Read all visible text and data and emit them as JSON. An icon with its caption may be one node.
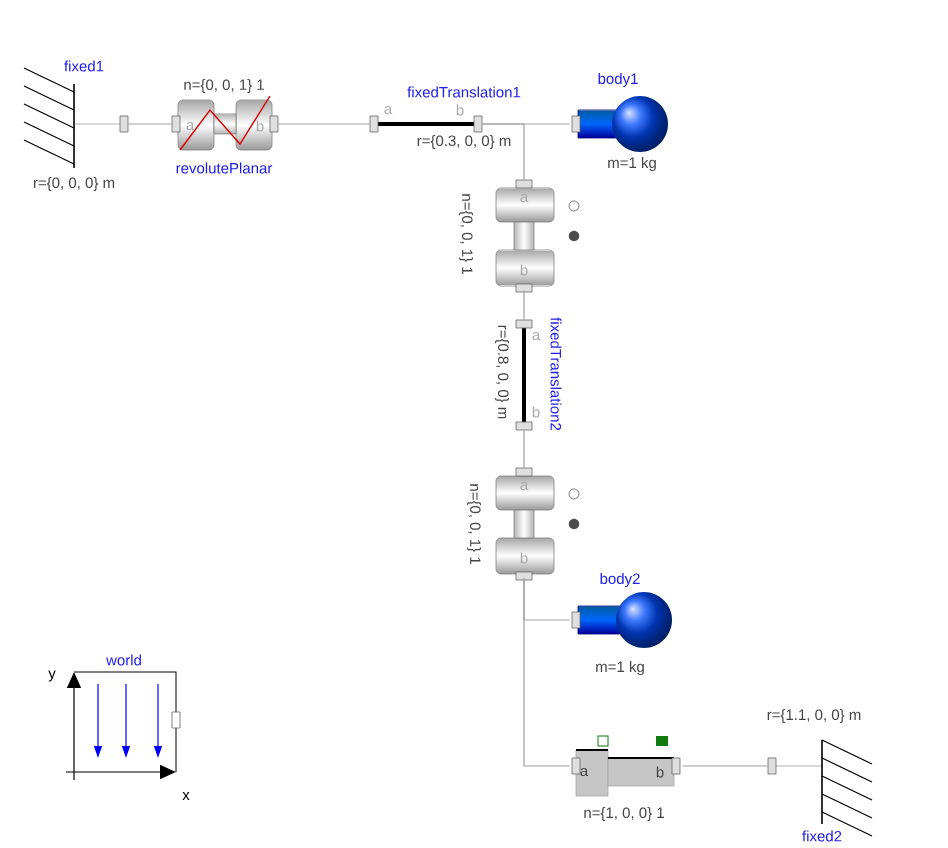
{
  "diagram": {
    "nodes": [
      {
        "text": [
          "fixed1",
          "r={0, 0, 0} m"
        ]
      },
      {
        "text": [
          "n={0, 0, 1} 1",
          "a",
          "b",
          "revolutePlanar"
        ]
      },
      {
        "text": [
          "fixedTranslation1",
          "a",
          "b",
          "r={0.3, 0, 0} m"
        ]
      },
      {
        "text": [
          "body1",
          "m=1 kg"
        ]
      },
      {
        "text": [
          "n={0, 0, 1} 1",
          "a",
          "b"
        ]
      },
      {
        "text": [
          "r={0.8, 0, 0} m",
          "a",
          "b",
          "fixedTranslation2"
        ]
      },
      {
        "text": [
          "n={0, 0, 1} 1",
          "a",
          "b"
        ]
      },
      {
        "text": [
          "body2",
          "m=1 kg"
        ]
      },
      {
        "text": [
          "a",
          "b",
          "n={1, 0, 0} 1"
        ]
      },
      {
        "text": [
          "r={1.1, 0, 0} m",
          "fixed2"
        ]
      },
      {
        "text": [
          "world",
          "y",
          "x"
        ]
      }
    ],
    "edges": [
      {
        "from": 0,
        "to": 1,
        "arrow": "none"
      },
      {
        "from": 1,
        "to": 2,
        "arrow": "none"
      },
      {
        "from": 2,
        "to": 3,
        "arrow": "none"
      },
      {
        "from": 2,
        "to": 4,
        "arrow": "none"
      },
      {
        "from": 4,
        "to": 5,
        "arrow": "none"
      },
      {
        "from": 5,
        "to": 6,
        "arrow": "none"
      },
      {
        "from": 6,
        "to": 7,
        "arrow": "none"
      },
      {
        "from": 6,
        "to": 8,
        "arrow": "none"
      },
      {
        "from": 8,
        "to": 9,
        "arrow": "none"
      }
    ]
  }
}
